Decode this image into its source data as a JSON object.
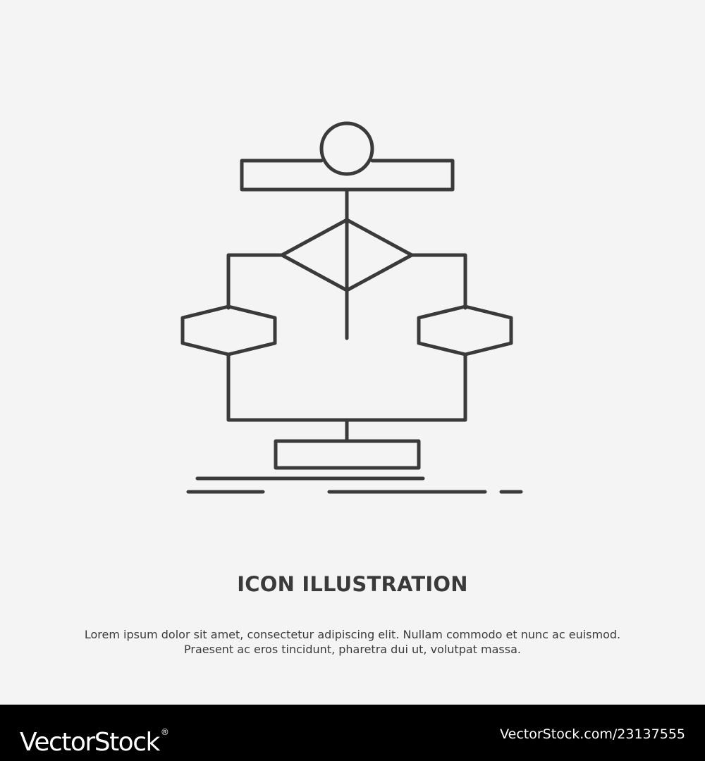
{
  "illustration": {
    "icon": "algorithm-flowchart-icon",
    "stroke_color": "#3a3a3a"
  },
  "title": "ICON ILLUSTRATION",
  "description": {
    "line1": "Lorem ipsum dolor sit amet, consectetur adipiscing elit. Nullam commodo et nunc ac euismod.",
    "line2": "Praesent ac eros tincidunt, pharetra dui ut, volutpat massa."
  },
  "footer": {
    "brand": "VectorStock",
    "brand_mark": "®",
    "image_id": "VectorStock.com/23137555",
    "background": "#000000"
  }
}
